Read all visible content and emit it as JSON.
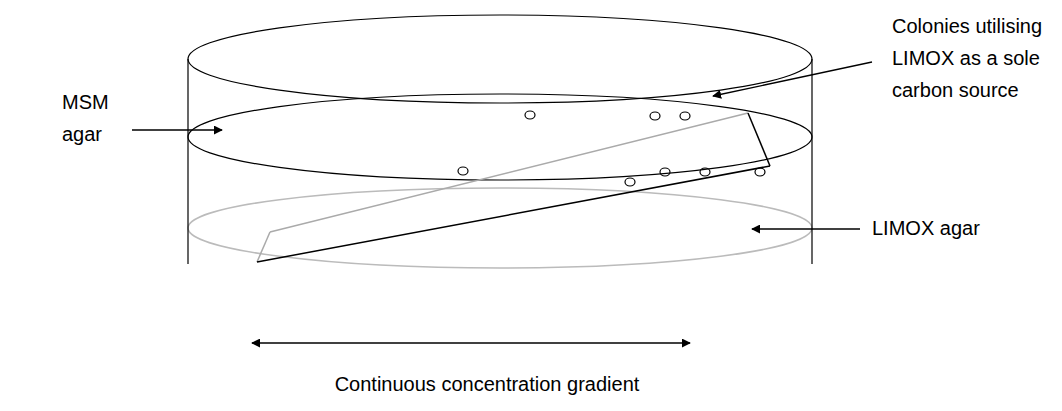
{
  "diagram": {
    "labels": [
      "Colonies utilising LIMOX as a sole carbon source",
      "MSM agar",
      "LIMOX agar",
      "Continuous concentration gradient"
    ]
  }
}
